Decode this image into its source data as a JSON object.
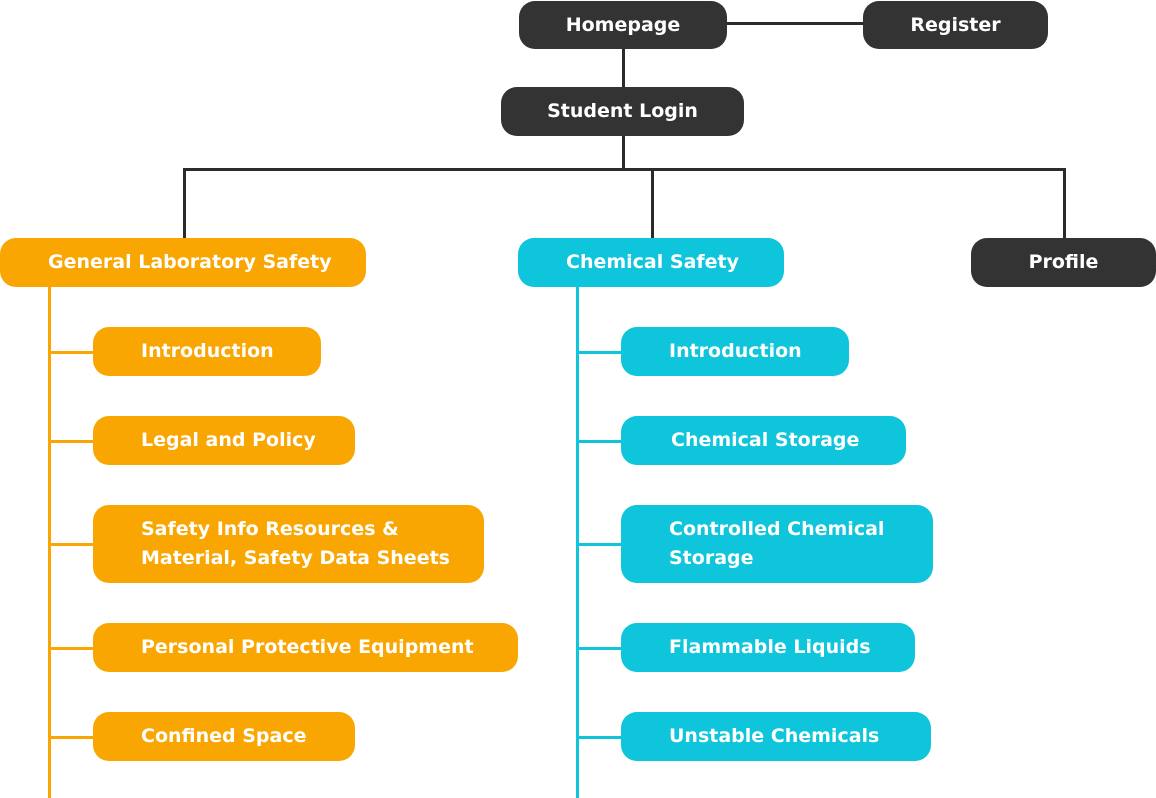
{
  "nodes": {
    "homepage": "Homepage",
    "register": "Register",
    "student_login": "Student Login",
    "profile": "Profile",
    "general_lab_safety": "General Laboratory Safety",
    "chemical_safety": "Chemical Safety"
  },
  "general_lab_items": [
    "Introduction",
    "Legal and Policy",
    "Safety Info Resources &\nMaterial, Safety Data Sheets",
    "Personal Protective Equipment",
    "Confined Space"
  ],
  "chemical_items": [
    "Introduction",
    "Chemical Storage",
    "Controlled Chemical\nStorage",
    "Flammable Liquids",
    "Unstable Chemicals"
  ],
  "colors": {
    "dark": "#333333",
    "orange": "#f9a602",
    "cyan": "#0ec5dc",
    "connector": "#2b2b2b"
  }
}
